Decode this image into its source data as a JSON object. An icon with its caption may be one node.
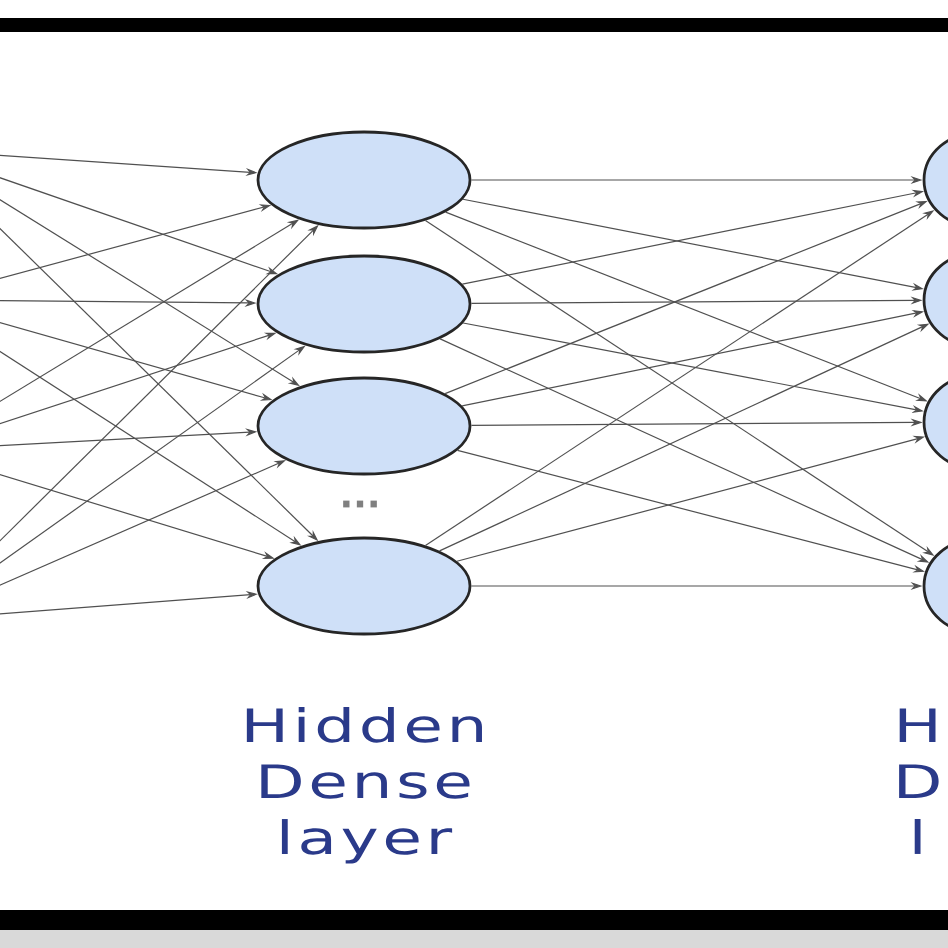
{
  "diagram": {
    "nodes": [
      {
        "text": [],
        "shape": "ellipse"
      },
      {
        "text": [],
        "shape": "ellipse"
      },
      {
        "text": [],
        "shape": "ellipse"
      },
      {
        "text": [],
        "shape": "ellipse"
      },
      {
        "text": [],
        "shape": "ellipse"
      },
      {
        "text": [],
        "shape": "ellipse"
      },
      {
        "text": [],
        "shape": "ellipse"
      },
      {
        "text": [],
        "shape": "ellipse"
      }
    ],
    "edges": [
      {
        "from": null,
        "to": 0,
        "arrow": "to"
      },
      {
        "from": null,
        "to": 1,
        "arrow": "to"
      },
      {
        "from": null,
        "to": 2,
        "arrow": "to"
      },
      {
        "from": null,
        "to": 3,
        "arrow": "to"
      },
      {
        "from": null,
        "to": 0,
        "arrow": "to"
      },
      {
        "from": null,
        "to": 1,
        "arrow": "to"
      },
      {
        "from": null,
        "to": 2,
        "arrow": "to"
      },
      {
        "from": null,
        "to": 3,
        "arrow": "to"
      },
      {
        "from": null,
        "to": 0,
        "arrow": "to"
      },
      {
        "from": null,
        "to": 1,
        "arrow": "to"
      },
      {
        "from": null,
        "to": 2,
        "arrow": "to"
      },
      {
        "from": null,
        "to": 3,
        "arrow": "to"
      },
      {
        "from": null,
        "to": 0,
        "arrow": "to"
      },
      {
        "from": null,
        "to": 1,
        "arrow": "to"
      },
      {
        "from": null,
        "to": 2,
        "arrow": "to"
      },
      {
        "from": null,
        "to": 3,
        "arrow": "to"
      },
      {
        "from": 0,
        "to": 4,
        "arrow": "to"
      },
      {
        "from": 0,
        "to": 5,
        "arrow": "to"
      },
      {
        "from": 0,
        "to": 6,
        "arrow": "to"
      },
      {
        "from": 0,
        "to": 7,
        "arrow": "to"
      },
      {
        "from": 1,
        "to": 4,
        "arrow": "to"
      },
      {
        "from": 1,
        "to": 5,
        "arrow": "to"
      },
      {
        "from": 1,
        "to": 6,
        "arrow": "to"
      },
      {
        "from": 1,
        "to": 7,
        "arrow": "to"
      },
      {
        "from": 2,
        "to": 4,
        "arrow": "to"
      },
      {
        "from": 2,
        "to": 5,
        "arrow": "to"
      },
      {
        "from": 2,
        "to": 6,
        "arrow": "to"
      },
      {
        "from": 2,
        "to": 7,
        "arrow": "to"
      },
      {
        "from": 3,
        "to": 4,
        "arrow": "to"
      },
      {
        "from": 3,
        "to": 5,
        "arrow": "to"
      },
      {
        "from": 3,
        "to": 6,
        "arrow": "to"
      },
      {
        "from": 3,
        "to": 7,
        "arrow": "to"
      }
    ],
    "labels": [
      "...",
      "Hidden Dense layer",
      "H D l"
    ]
  }
}
